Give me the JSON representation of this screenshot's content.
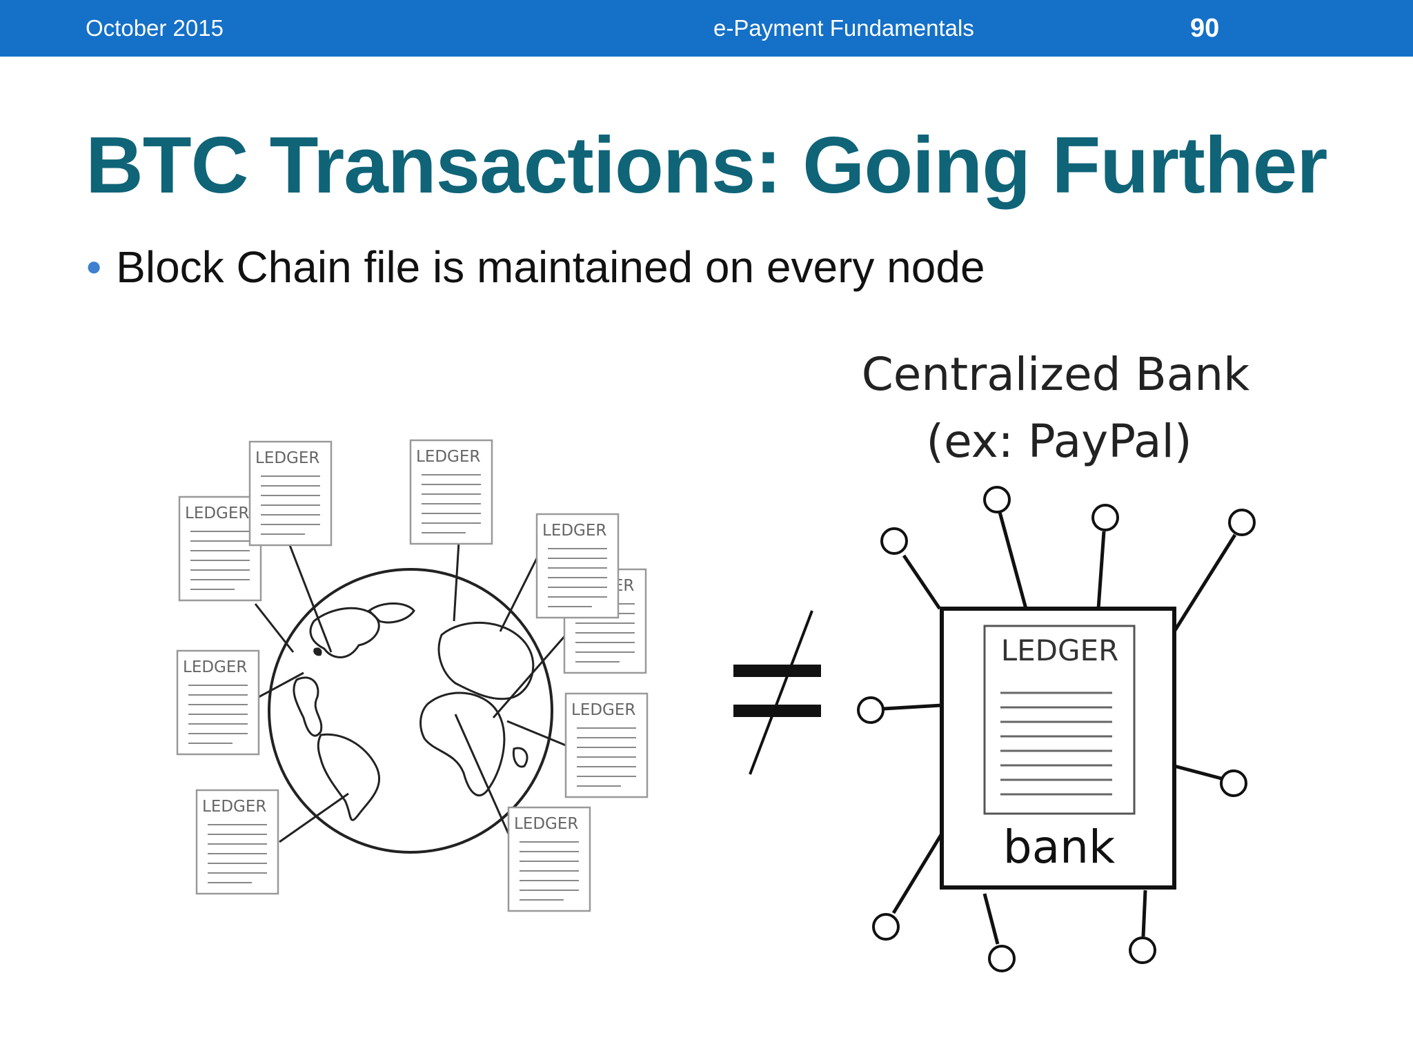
{
  "header": {
    "date": "October 2015",
    "course": "e-Payment Fundamentals",
    "page_number": "90"
  },
  "slide": {
    "title": "BTC Transactions: Going Further",
    "bullets": [
      "Block Chain file is maintained on every node"
    ]
  },
  "figure": {
    "ledger_label": "LEDGER",
    "bank_heading_line1": "Centralized Bank",
    "bank_heading_line2": "(ex: PayPal)",
    "bank_ledger_label": "LEDGER",
    "bank_label": "bank",
    "not_equal_symbol": "≠"
  }
}
